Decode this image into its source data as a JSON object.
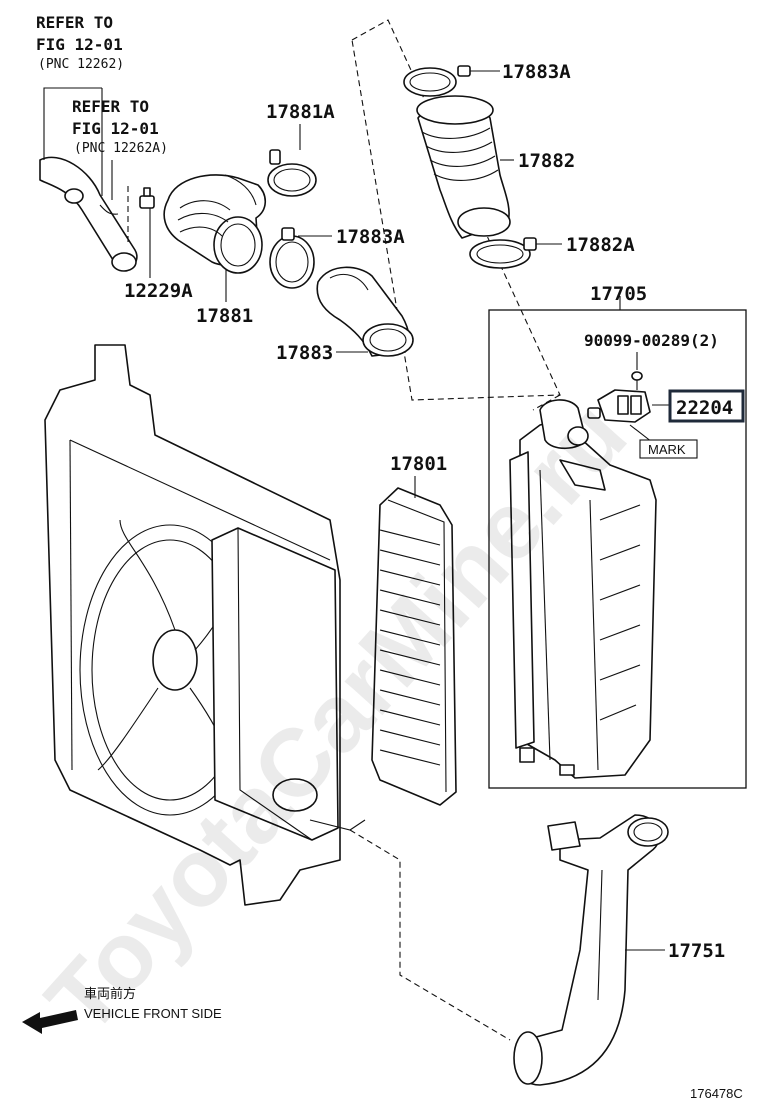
{
  "references": {
    "ref1_line1": "REFER TO",
    "ref1_line2": "FIG 12-01",
    "ref1_line3": "(PNC 12262)",
    "ref2_line1": "REFER TO",
    "ref2_line2": "FIG 12-01",
    "ref2_line3": "(PNC 12262A)"
  },
  "parts": {
    "p17883A_top": "17883A",
    "p17882": "17882",
    "p17882A": "17882A",
    "p17881A": "17881A",
    "p17883A_mid": "17883A",
    "p12229A": "12229A",
    "p17881": "17881",
    "p17883": "17883",
    "p17705": "17705",
    "p90099": "90099-00289(2)",
    "p22204": "22204",
    "p17801": "17801",
    "p17751": "17751"
  },
  "mark_label": "MARK",
  "orientation": {
    "jp": "車両前方",
    "en": "VEHICLE FRONT SIDE"
  },
  "figure_id": "176478C",
  "watermark": "ToyotaCarMine.ru",
  "colors": {
    "line": "#111111",
    "highlight_border": "#1f2a3a",
    "background": "#ffffff"
  }
}
